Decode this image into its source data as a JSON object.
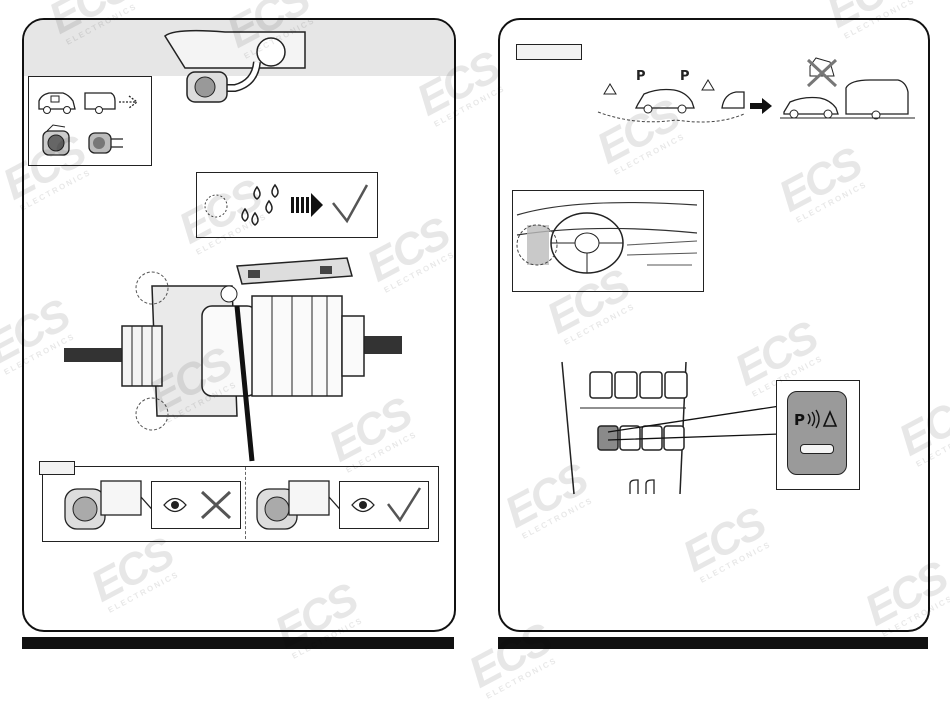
{
  "watermark": {
    "logo": "ECS",
    "sub": "ELECTRONICS"
  },
  "left_page": {
    "icons": [
      "car-icon",
      "trailer-icon",
      "socket-icon",
      "plug-icon",
      "water-drop-icon",
      "check-icon",
      "cross-icon",
      "eye-icon"
    ],
    "colors": {
      "panel_header": "#e6e6e6",
      "outline": "#111111"
    }
  },
  "right_page": {
    "icons": [
      "parking-sensor-icon",
      "car-icon",
      "caravan-icon",
      "dashboard-icon",
      "switch-icon"
    ],
    "colors": {
      "switch_face": "#9a9a9a",
      "switch_button": "#777777"
    },
    "switch_symbol": "P"
  }
}
